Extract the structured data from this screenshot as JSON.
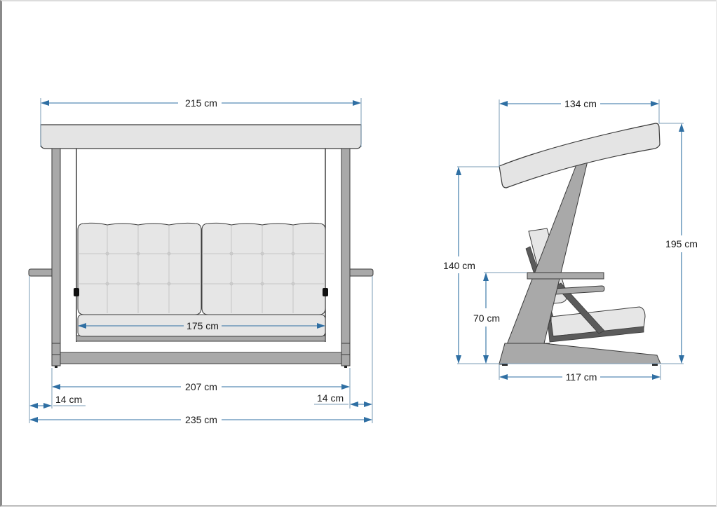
{
  "colors": {
    "canopy_fill": "#e4e4e4",
    "frame_fill": "#a9a9a9",
    "seat_frame_dark": "#5b5b5b",
    "cushion_fill": "#e6e6e6",
    "outline": "#3a3a3a",
    "dimension_line": "#2f6fa3",
    "extension_line": "#7a9bb5",
    "text": "#1a1a1a"
  },
  "front_view": {
    "dimensions": {
      "canopy_width": "215 cm",
      "seat_width": "175 cm",
      "frame_inner_width": "207 cm",
      "left_overhang": "14 cm",
      "right_overhang": "14 cm",
      "total_width": "235 cm"
    }
  },
  "side_view": {
    "dimensions": {
      "canopy_depth": "134 cm",
      "total_height": "195 cm",
      "canopy_low_height": "140 cm",
      "armrest_height": "70 cm",
      "base_depth": "117 cm"
    }
  }
}
